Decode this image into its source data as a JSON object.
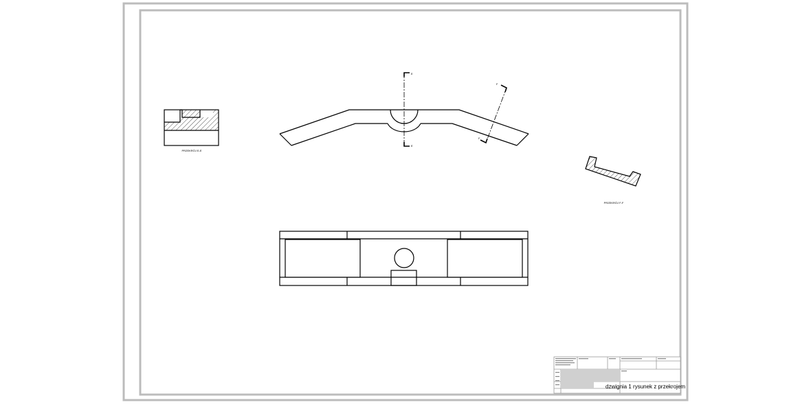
{
  "drawing": {
    "section_labels": {
      "left_view": "PRZEKRÓJ E-E",
      "right_view": "PRZEKRÓJ F-F"
    },
    "cut_marks": {
      "vertical_top": "E",
      "vertical_bottom": "E",
      "inclined_top": "F",
      "inclined_bottom": "F"
    }
  },
  "title_block": {
    "title": "dzwignia 1 rysunek z przekrojem"
  }
}
